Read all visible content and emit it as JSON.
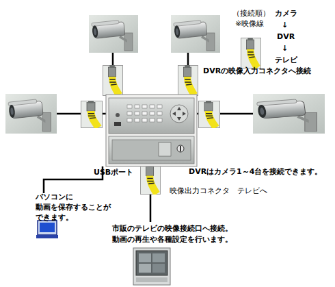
{
  "diagram": {
    "labels": [
      "（接続順）",
      "※映像線",
      "カメラ",
      "↓",
      "DVR",
      "↓",
      "テレビ",
      "DVRの映像入力コネクタへ接続",
      "DVRはカメラ1～4台を接続できます。",
      "USBポート",
      "映像出力コネクタ　テレビへ",
      "パソコンに 動画を保存することが できます。",
      "市販のテレビの映像接続口へ接続。 動画の再生や各種設定を行います。"
    ]
  }
}
